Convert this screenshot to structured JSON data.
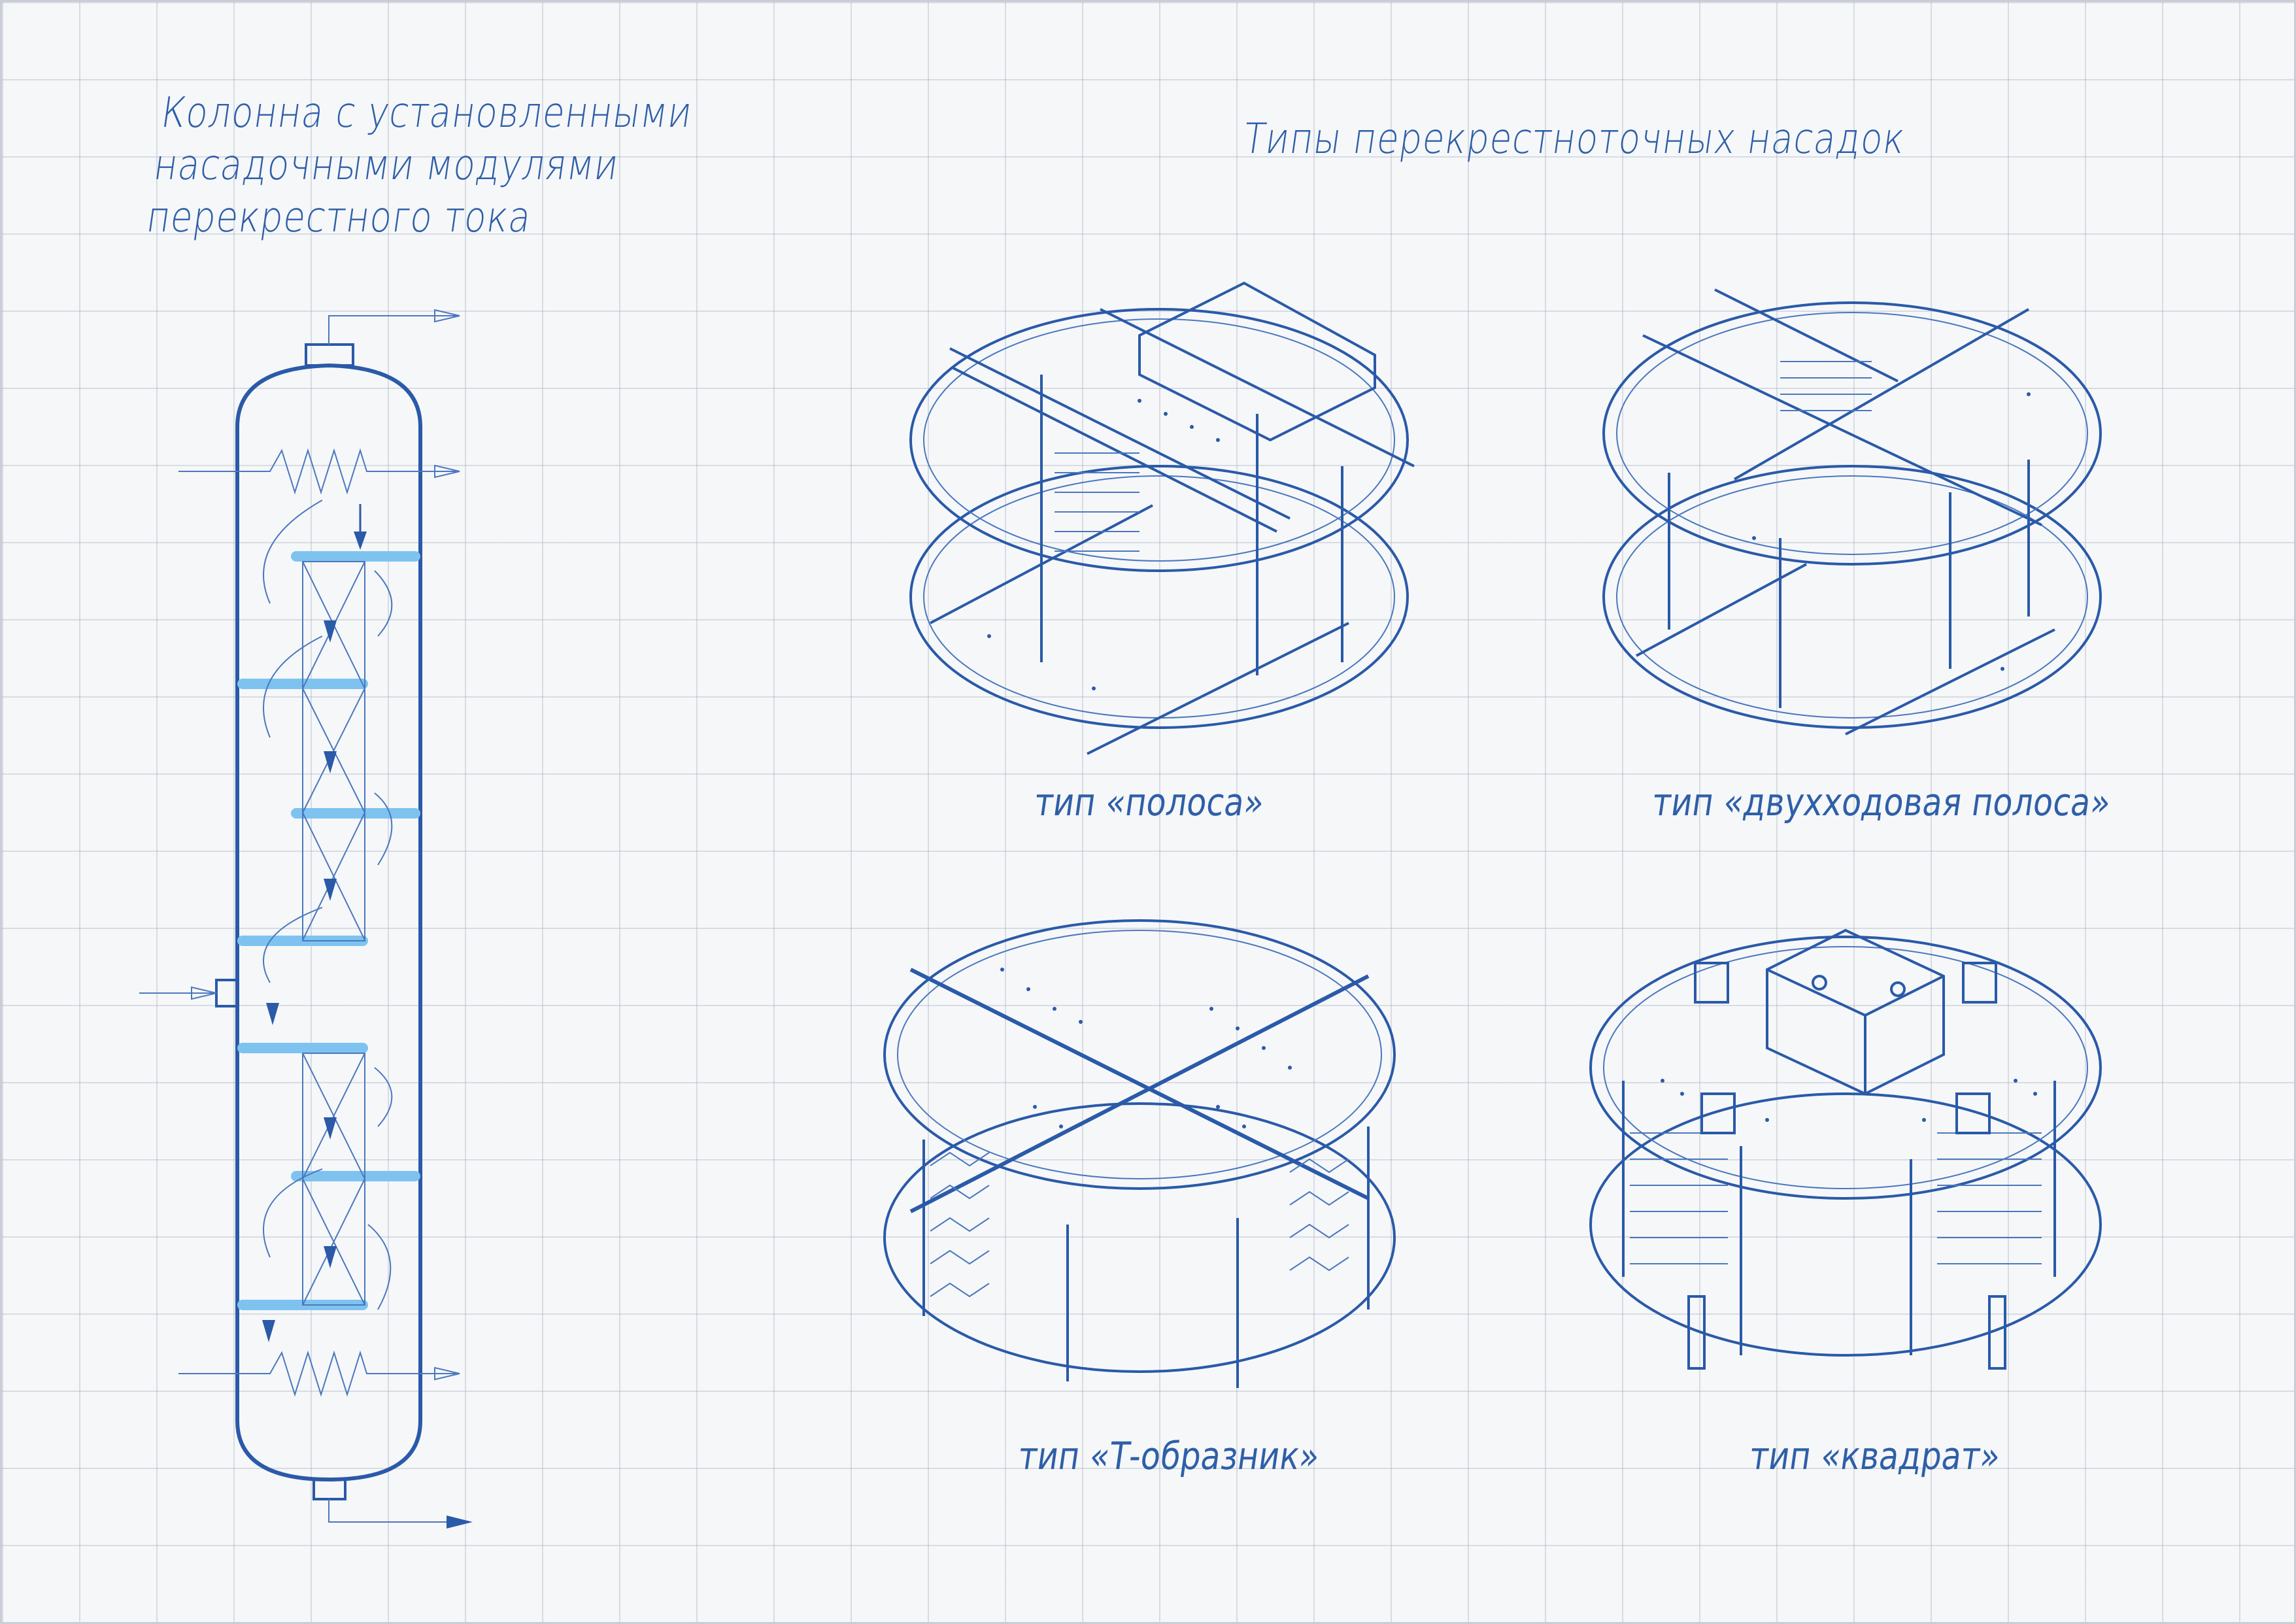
{
  "left_title": [
    "Колонна с установленными",
    "насадочными модулями",
    "перекрестного тока"
  ],
  "right_title": "Типы перекрестноточных насадок",
  "captions": {
    "strip": "тип «полоса»",
    "two_pass_strip": "тип «двухходовая полоса»",
    "t_shape": "тип «Т-образник»",
    "square": "тип «квадрат»"
  },
  "colors": {
    "line": "#2a5aa8",
    "accent_plate": "#7ec3f0",
    "grid": "#a0aab9",
    "background": "#f6f7f9"
  }
}
